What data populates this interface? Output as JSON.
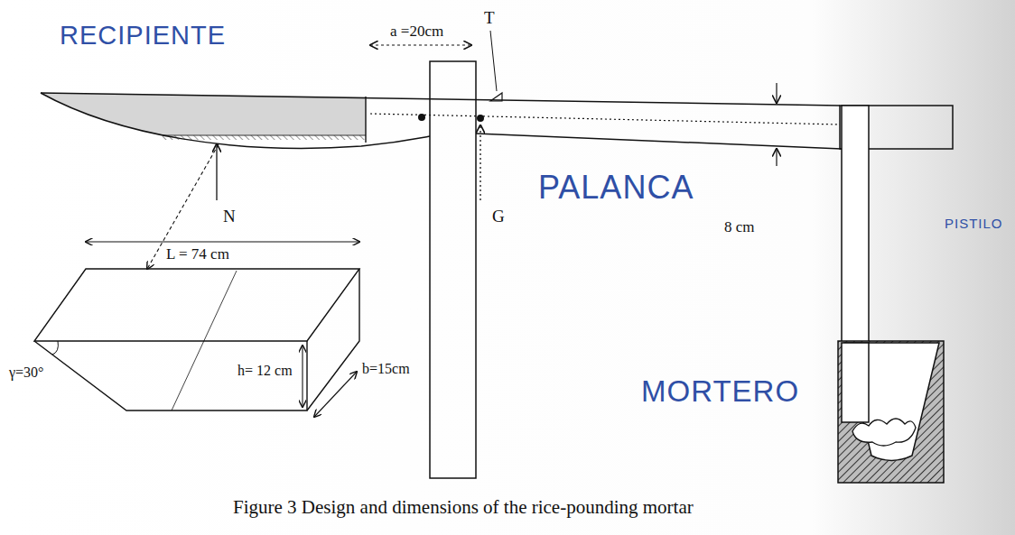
{
  "diagram": {
    "caption": "Figure 3 Design and dimensions of the rice-pounding mortar",
    "labels": [
      "RECIPIENTE",
      "a =20cm",
      "T",
      "PALANCA",
      "8 cm",
      "PISTILO",
      "N",
      "G",
      "L = 74 cm",
      "h= 12 cm",
      "b=15cm",
      "γ=30°",
      "MORTERO"
    ]
  }
}
